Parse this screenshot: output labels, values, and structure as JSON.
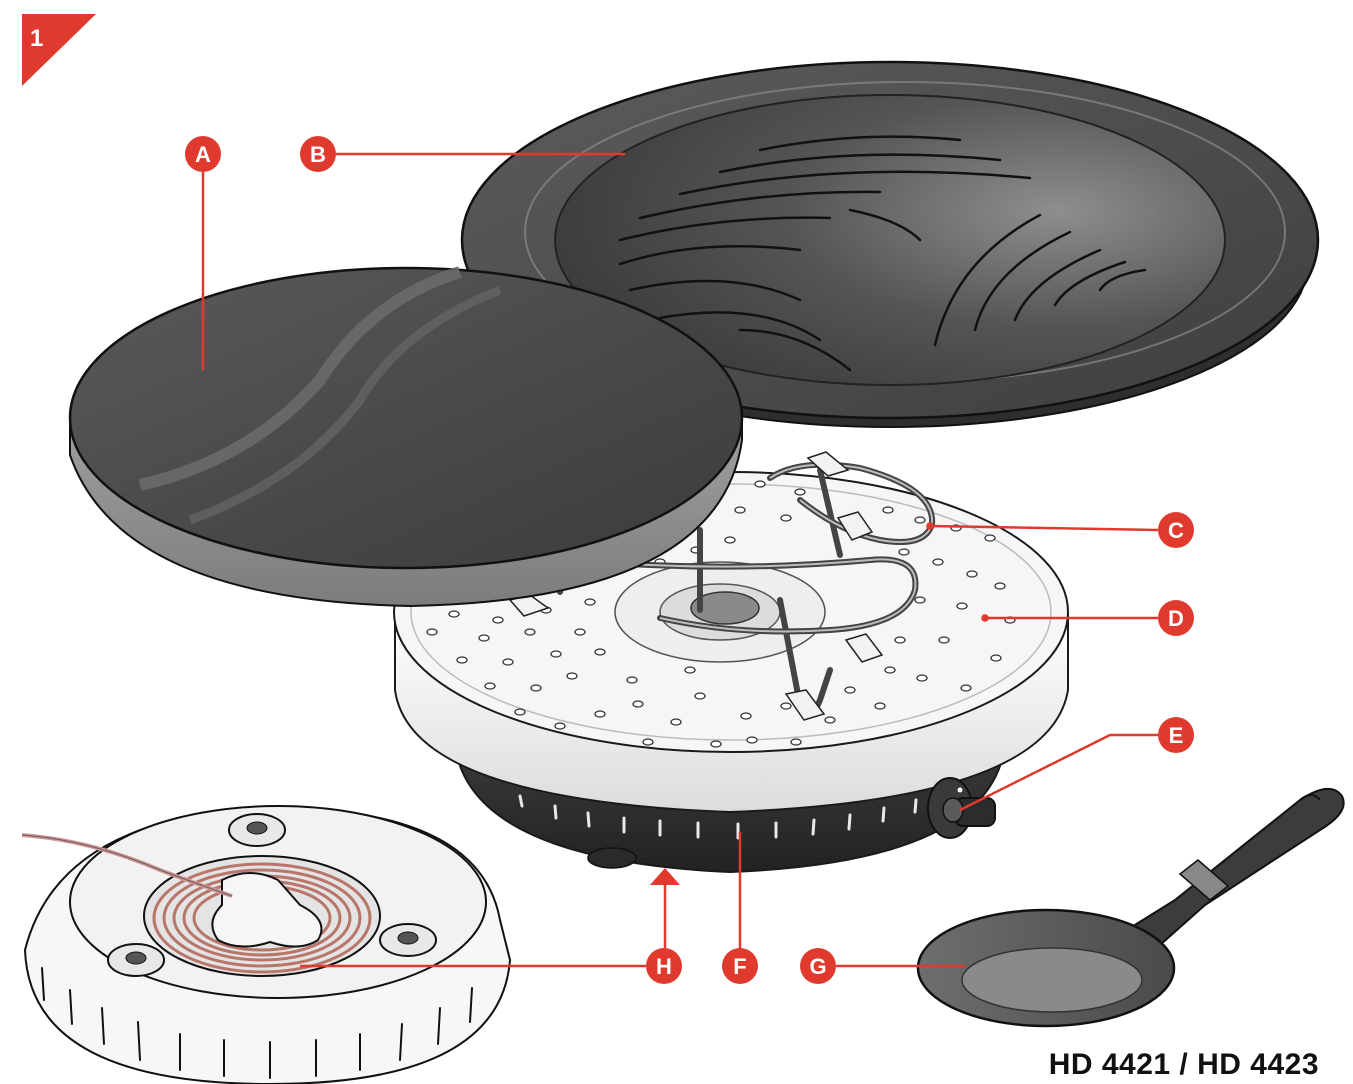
{
  "figure_number": "1",
  "model_title": "HD 4421 / HD 4423",
  "colors": {
    "accent": "#e03a2f",
    "dark_metal": "#4a4a4a",
    "mid_metal": "#6b6b6b",
    "light_metal": "#9a9a9a",
    "base_white": "#f4f4f4",
    "outline": "#1a1a1a"
  },
  "labels": [
    {
      "id": "A",
      "text": "A"
    },
    {
      "id": "B",
      "text": "B"
    },
    {
      "id": "C",
      "text": "C"
    },
    {
      "id": "D",
      "text": "D"
    },
    {
      "id": "E",
      "text": "E"
    },
    {
      "id": "F",
      "text": "F"
    },
    {
      "id": "G",
      "text": "G"
    },
    {
      "id": "H",
      "text": "H"
    }
  ]
}
